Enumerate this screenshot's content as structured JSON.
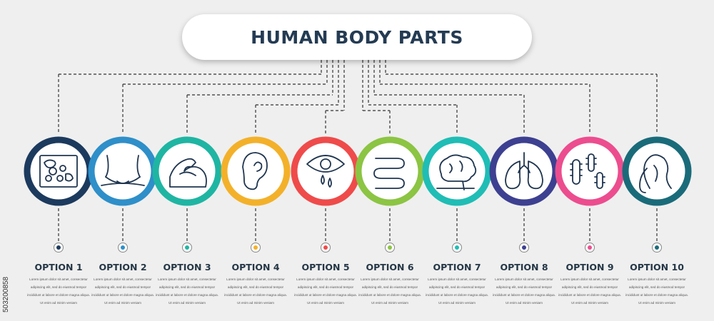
{
  "title": "HUMAN BODY PARTS",
  "side_id": "503200858",
  "description": "Lorem ipsum dolor sit amet, consectetur adipiscing elit, sed do eiusmod tempor incididunt ut labore et dolore magna aliqua. Ut enim ad minim veniam",
  "options": [
    {
      "label": "OPTION 1",
      "color": "#1c3a5e",
      "icon": "skin-cells-icon"
    },
    {
      "label": "OPTION 2",
      "color": "#2e8fc9",
      "icon": "neck-icon"
    },
    {
      "label": "OPTION 3",
      "color": "#1fb5a3",
      "icon": "bicep-icon"
    },
    {
      "label": "OPTION 4",
      "color": "#f3b12a",
      "icon": "ear-icon"
    },
    {
      "label": "OPTION 5",
      "color": "#ef4b4b",
      "icon": "crying-eye-icon"
    },
    {
      "label": "OPTION 6",
      "color": "#8cc443",
      "icon": "intestine-icon"
    },
    {
      "label": "OPTION 7",
      "color": "#1fbdb5",
      "icon": "brain-icon"
    },
    {
      "label": "OPTION 8",
      "color": "#3d4090",
      "icon": "lungs-icon"
    },
    {
      "label": "OPTION 9",
      "color": "#ec4d8e",
      "icon": "bones-icon"
    },
    {
      "label": "OPTION 10",
      "color": "#1a6b7a",
      "icon": "hair-icon"
    }
  ]
}
